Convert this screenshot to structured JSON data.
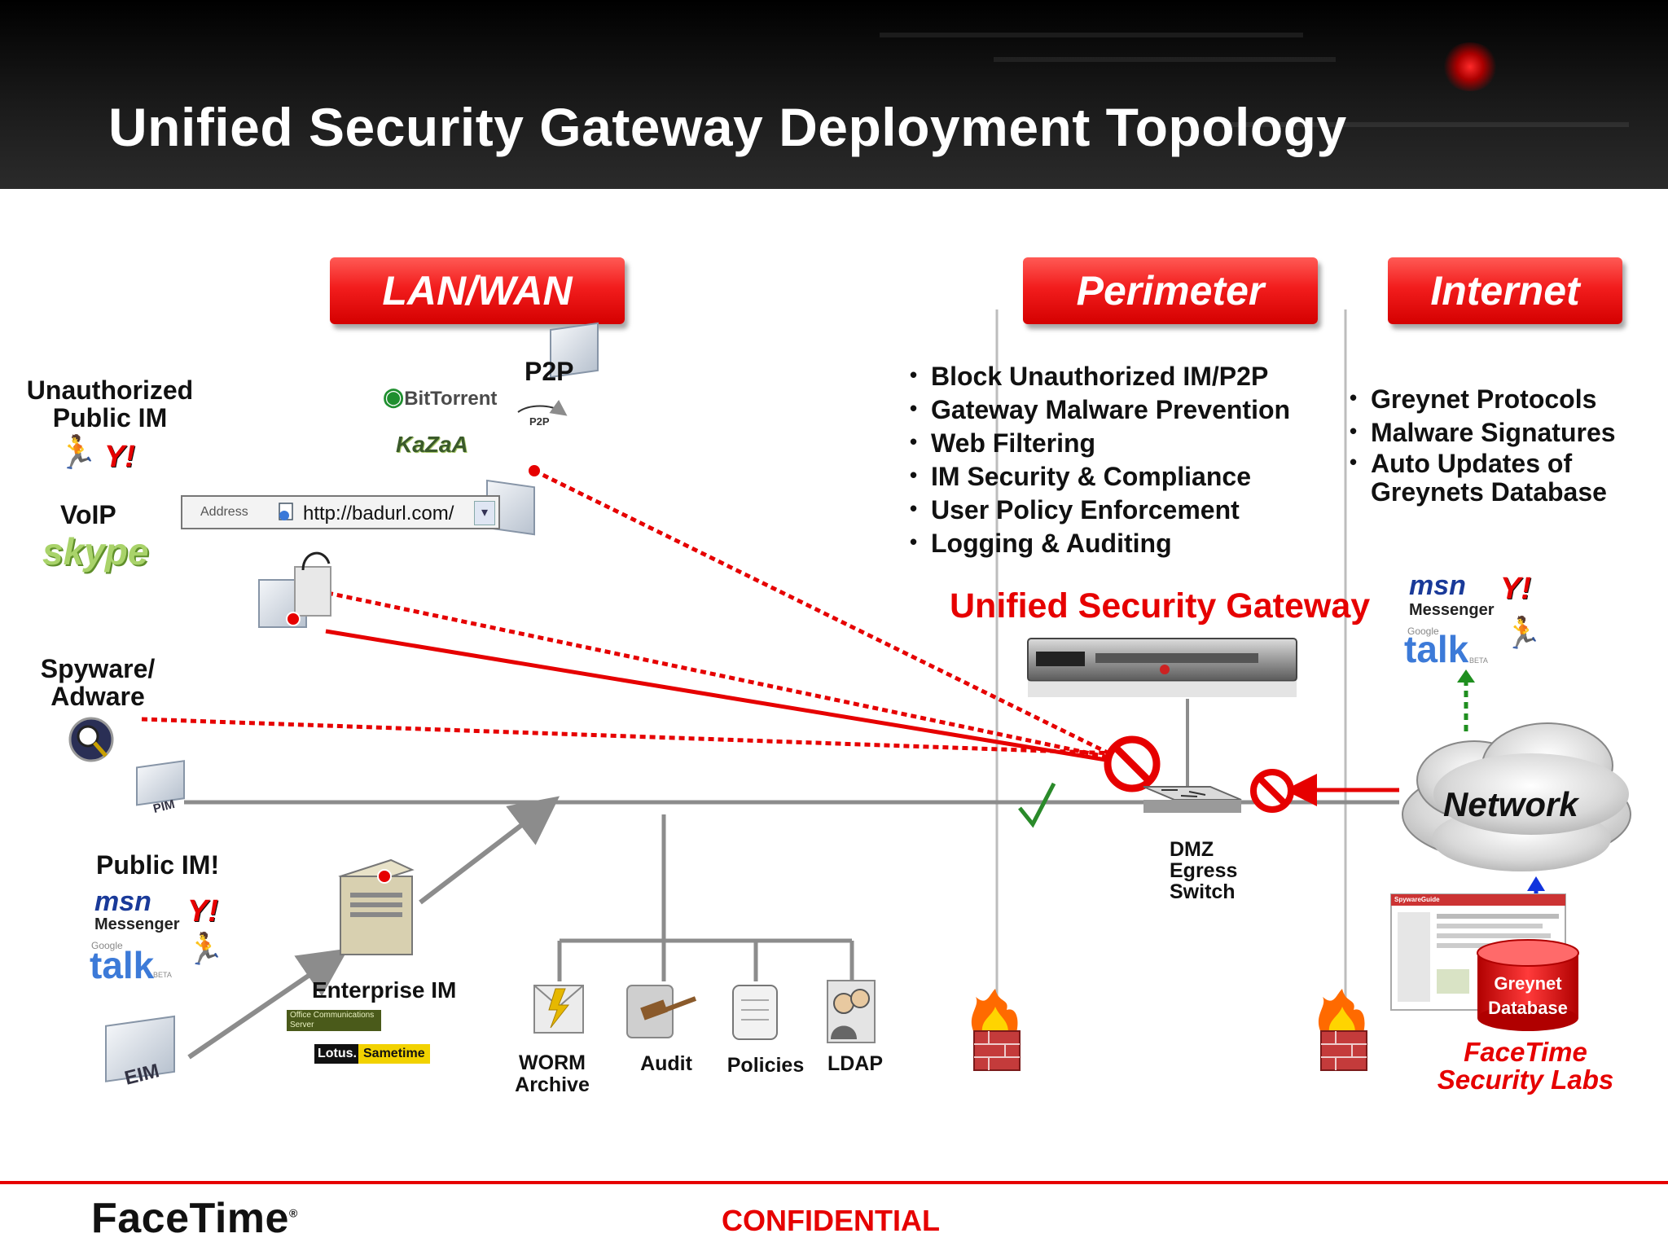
{
  "slide": {
    "title": "Unified Security Gateway Deployment Topology",
    "confidential": "CONFIDENTIAL",
    "logo": "FaceTime",
    "logo_mark": "®"
  },
  "zones": [
    {
      "label": "LAN/WAN"
    },
    {
      "label": "Perimeter"
    },
    {
      "label": "Internet"
    }
  ],
  "perimeter_features": [
    "Block Unauthorized IM/P2P",
    "Gateway Malware Prevention",
    "Web Filtering",
    "IM Security & Compliance",
    "User Policy Enforcement",
    "Logging & Auditing"
  ],
  "internet_features": [
    "Greynet Protocols",
    "Malware Signatures",
    "Auto Updates of Greynets Database"
  ],
  "lan": {
    "unauthorized_im_label": "Unauthorized Public IM",
    "voip_label": "VoIP",
    "p2p_label": "P2P",
    "spyware_label": "Spyware/ Adware",
    "public_im_label": "Public IM!",
    "enterprise_im_label": "Enterprise IM",
    "address_label": "Address",
    "address_value": "http://badurl.com/",
    "pim_label": "PIM",
    "eim_label": "EIM",
    "p2p_badge": "P2P"
  },
  "brands": {
    "bittorrent": "BitTorrent",
    "kazaa": "KaZaA",
    "skype": "skype",
    "msn": "msn",
    "messenger": "Messenger",
    "google": "Google",
    "talk": "talk",
    "beta": "BETA",
    "yahoo": "Y!",
    "office_comm": "Office Communications Server",
    "lotus": "Lotus.",
    "sametime": "Sametime",
    "spywareguide": "SpywareGuide"
  },
  "backend": [
    {
      "label": "WORM Archive"
    },
    {
      "label": "Audit"
    },
    {
      "label": "Policies"
    },
    {
      "label": "LDAP"
    }
  ],
  "gateway": {
    "title": "Unified Security Gateway",
    "switch_label": "DMZ Egress Switch"
  },
  "internet": {
    "network_label": "Network",
    "db_label": "Greynet Database",
    "labs_label": "FaceTime Security Labs"
  },
  "colors": {
    "accent_red": "#e60000",
    "header_black": "#000000",
    "line_gray": "#8c8c8c",
    "check_green": "#2a8a2a",
    "update_green": "#1f8f1f",
    "update_blue": "#1133dd"
  }
}
